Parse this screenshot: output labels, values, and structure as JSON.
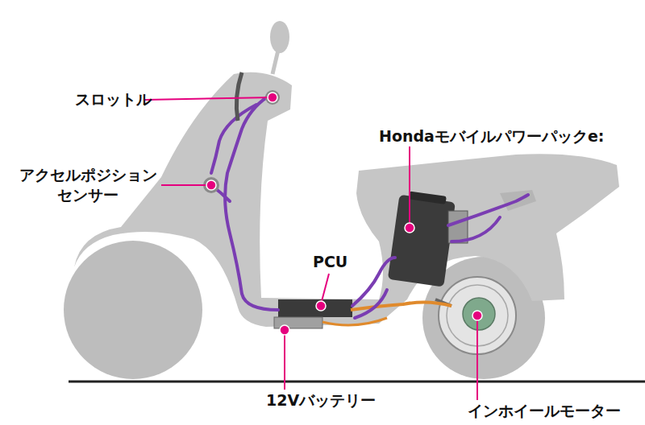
{
  "diagram": {
    "labels": [
      "スロットル",
      "アクセルポジション センサー",
      "Hondaモバイルパワーパックe:",
      "PCU",
      "12Vバッテリー",
      "インホイールモーター"
    ]
  }
}
